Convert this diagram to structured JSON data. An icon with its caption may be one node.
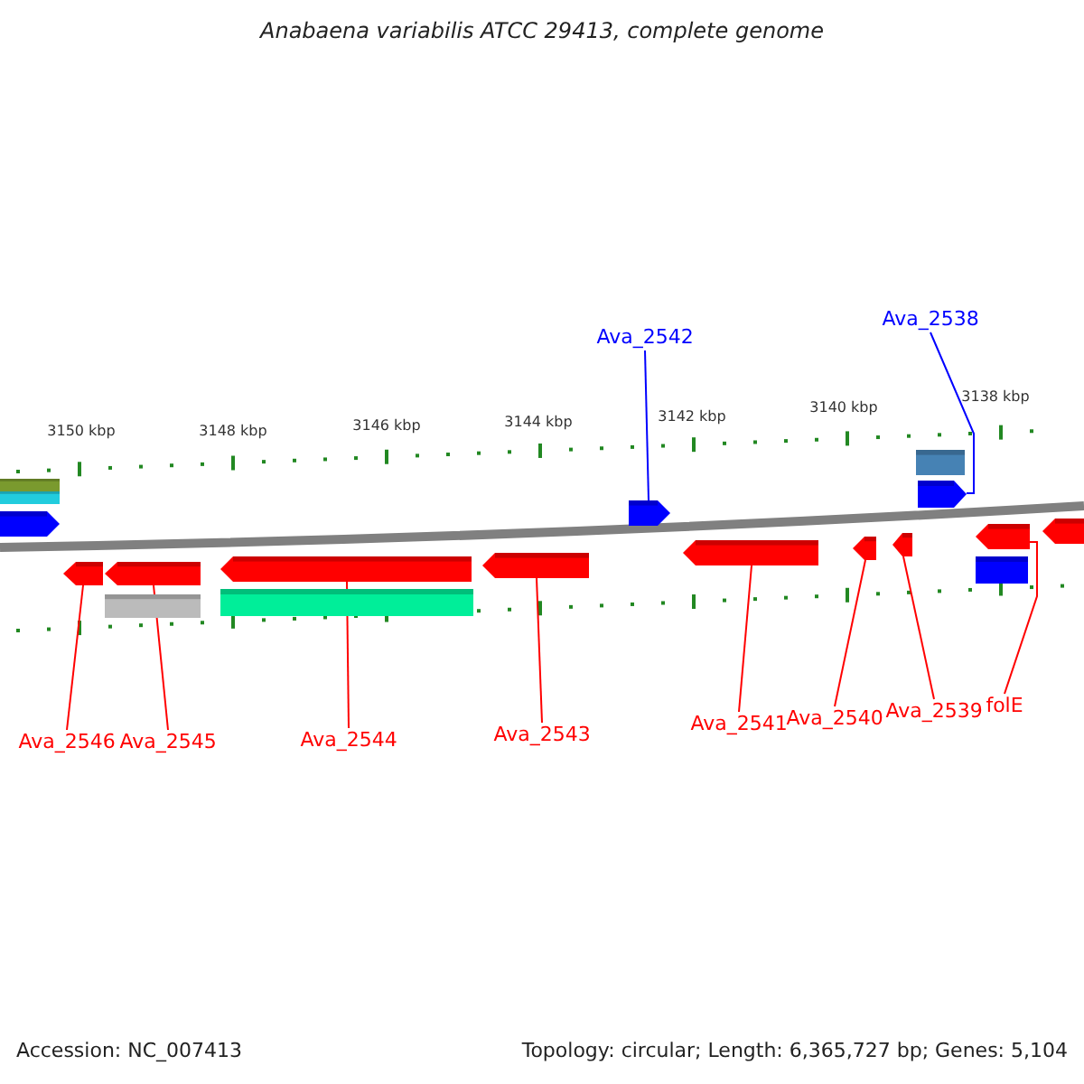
{
  "diagram": {
    "title": "Anabaena variabilis ATCC 29413, complete genome",
    "nodes": [
      {
        "text": [
          "Ava_2542"
        ]
      },
      {
        "text": [
          "Ava_2538"
        ]
      },
      {
        "text": [
          "Ava_2546"
        ]
      },
      {
        "text": [
          "Ava_2545"
        ]
      },
      {
        "text": [
          "Ava_2544"
        ]
      },
      {
        "text": [
          "Ava_2543"
        ]
      },
      {
        "text": [
          "Ava_2541"
        ]
      },
      {
        "text": [
          "Ava_2540"
        ]
      },
      {
        "text": [
          "Ava_2539"
        ]
      },
      {
        "text": [
          "folE"
        ]
      },
      {
        "text": [],
        "shape": "bar"
      },
      {
        "text": [],
        "shape": "bar"
      },
      {
        "text": [],
        "shape": "pentagon"
      },
      {
        "text": [],
        "shape": "pentagon"
      },
      {
        "text": [],
        "shape": "pentagon"
      },
      {
        "text": [],
        "shape": "bar"
      },
      {
        "text": [],
        "shape": "pentagon"
      },
      {
        "text": [],
        "shape": "bar"
      },
      {
        "text": [],
        "shape": "pentagon"
      },
      {
        "text": [],
        "shape": "pentagon"
      },
      {
        "text": [],
        "shape": "pentagon"
      },
      {
        "text": [],
        "shape": "pentagon"
      },
      {
        "text": [],
        "shape": "pentagon"
      },
      {
        "text": [],
        "shape": "bar"
      },
      {
        "text": [],
        "shape": "pentagon"
      },
      {
        "text": [],
        "shape": "pentagon"
      },
      {
        "text": [],
        "shape": "bar"
      },
      {
        "text": [],
        "shape": "pentagon"
      }
    ],
    "edges": [
      {
        "from": 0,
        "to": 19,
        "arrow": "none",
        "color": "#0000ff"
      },
      {
        "from": 1,
        "to": 24,
        "arrow": "none",
        "color": "#0000ff"
      },
      {
        "from": 2,
        "to": 13,
        "arrow": "none"
      },
      {
        "from": 3,
        "to": 14,
        "arrow": "none"
      },
      {
        "from": 4,
        "to": 16,
        "arrow": "none"
      },
      {
        "from": 5,
        "to": 18,
        "arrow": "none"
      },
      {
        "from": 6,
        "to": 20,
        "arrow": "none"
      },
      {
        "from": 7,
        "to": 21,
        "arrow": "none"
      },
      {
        "from": 8,
        "to": 22,
        "arrow": "none"
      },
      {
        "from": 9,
        "to": 25,
        "arrow": "none"
      }
    ],
    "labels": [
      "3150 kbp",
      "3148 kbp",
      "3146 kbp",
      "3144 kbp",
      "3142 kbp",
      "3140 kbp",
      "3138 kbp",
      "Accession: NC_007413",
      "Topology: circular; Length: 6,365,727 bp; Genes: 5,104"
    ]
  }
}
